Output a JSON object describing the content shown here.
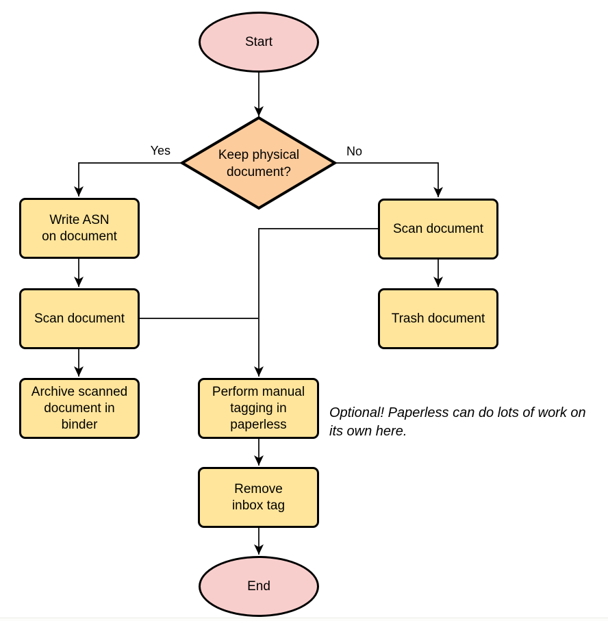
{
  "diagram_type": "flowchart",
  "colors": {
    "background": "#ffffff",
    "terminal_fill": "#f8cecc",
    "process_fill": "#ffe59b",
    "decision_fill": "#fdcc9d",
    "stroke": "#000000"
  },
  "nodes": {
    "start": "Start",
    "decision": "Keep physical\ndocument?",
    "write_asn": "Write ASN\non document",
    "scan_left": "Scan document",
    "archive": "Archive scanned\ndocument in\nbinder",
    "scan_right": "Scan document",
    "trash": "Trash document",
    "tagging": "Perform manual\ntagging in\npaperless",
    "remove_inbox": "Remove\ninbox tag",
    "end": "End"
  },
  "edge_labels": {
    "yes": "Yes",
    "no": "No"
  },
  "annotation": "Optional! Paperless can do lots of work on\nits own here."
}
